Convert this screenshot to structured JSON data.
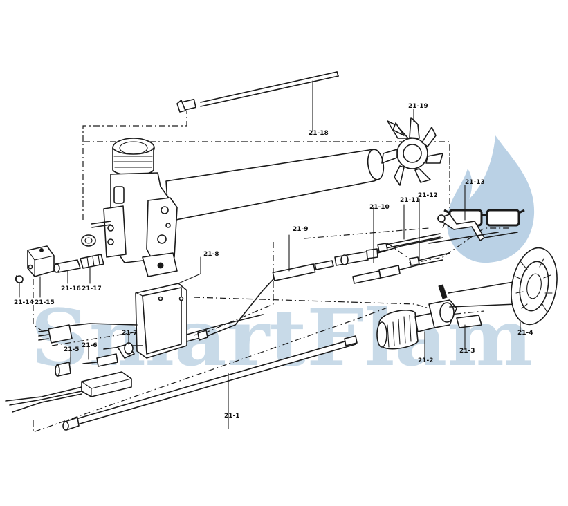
{
  "diagram": {
    "part_labels": {
      "p21_1": "21-1",
      "p21_2": "21-2",
      "p21_3": "21-3",
      "p21_4": "21-4",
      "p21_5": "21-5",
      "p21_6": "21-6",
      "p21_7": "21-7",
      "p21_8": "21-8",
      "p21_9": "21-9",
      "p21_10": "21-10",
      "p21_11": "21-11",
      "p21_12": "21-12",
      "p21_13": "21-13",
      "p21_14": "21-14",
      "p21_15": "21-15",
      "p21_16": "21-16",
      "p21_17": "21-17",
      "p21_18": "21-18",
      "p21_19": "21-19"
    }
  },
  "watermark": {
    "text": "SmartFlam",
    "color": "#b9cfe2",
    "icon_color": "#a9c5de"
  }
}
